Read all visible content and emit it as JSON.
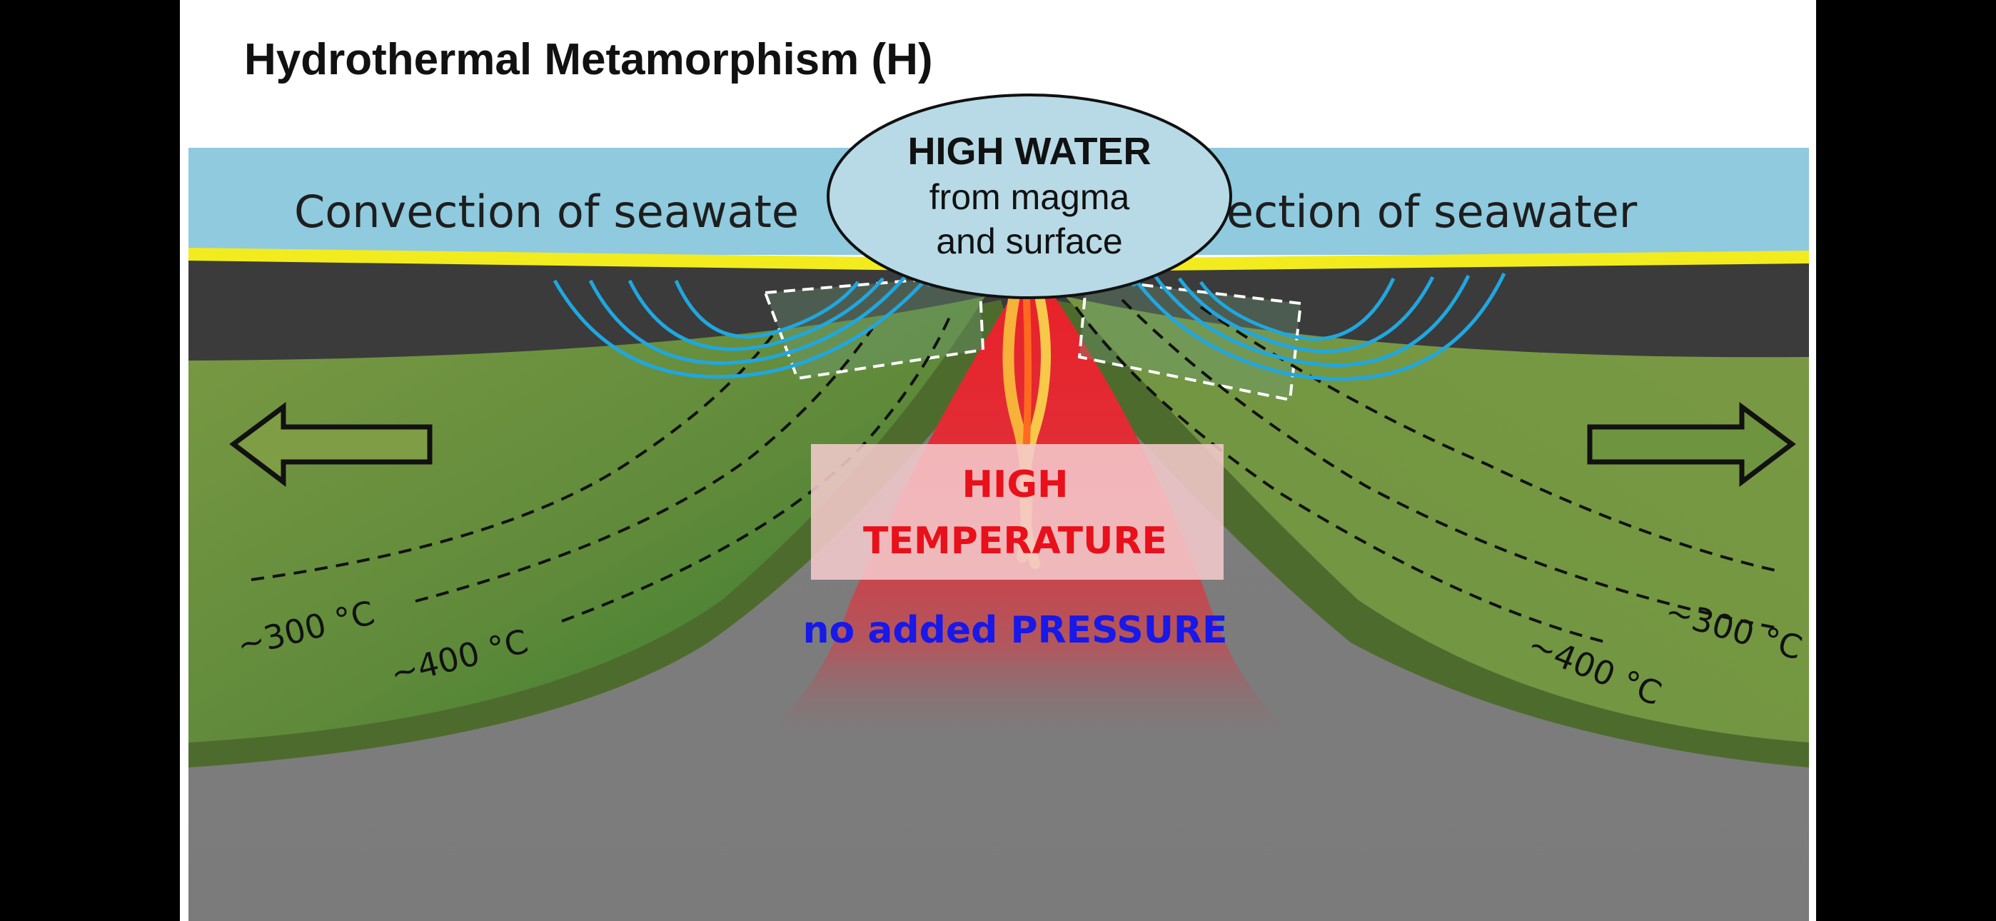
{
  "slide": {
    "title": "Hydrothermal Metamorphism (H)"
  },
  "diagram": {
    "seawater_label_left": "Convection of seawate",
    "seawater_label_right": "nvection of seawater",
    "water_callout": {
      "heading": "HIGH WATER",
      "line1": "from magma",
      "line2": "and surface"
    },
    "temperature_box": {
      "line1": "HIGH",
      "line2": "TEMPERATURE"
    },
    "pressure_label": "no added PRESSURE",
    "isotherms": {
      "left_300": "~300 °C",
      "left_400": "~400 °C",
      "right_300": "~300 °C",
      "right_400": "~400 °C"
    },
    "colors": {
      "ocean": "#8fcade",
      "seafloor": "#f2ec1e",
      "sediment": "#3b3b3b",
      "crust": "#6f9040",
      "crust_dark": "#2f6d2b",
      "mantle": "#7d7d7d",
      "magma": "#e8262c",
      "convection_arrows": "#1fa7e0",
      "temperature_text": "#e8101a",
      "pressure_text": "#1818e8"
    }
  }
}
